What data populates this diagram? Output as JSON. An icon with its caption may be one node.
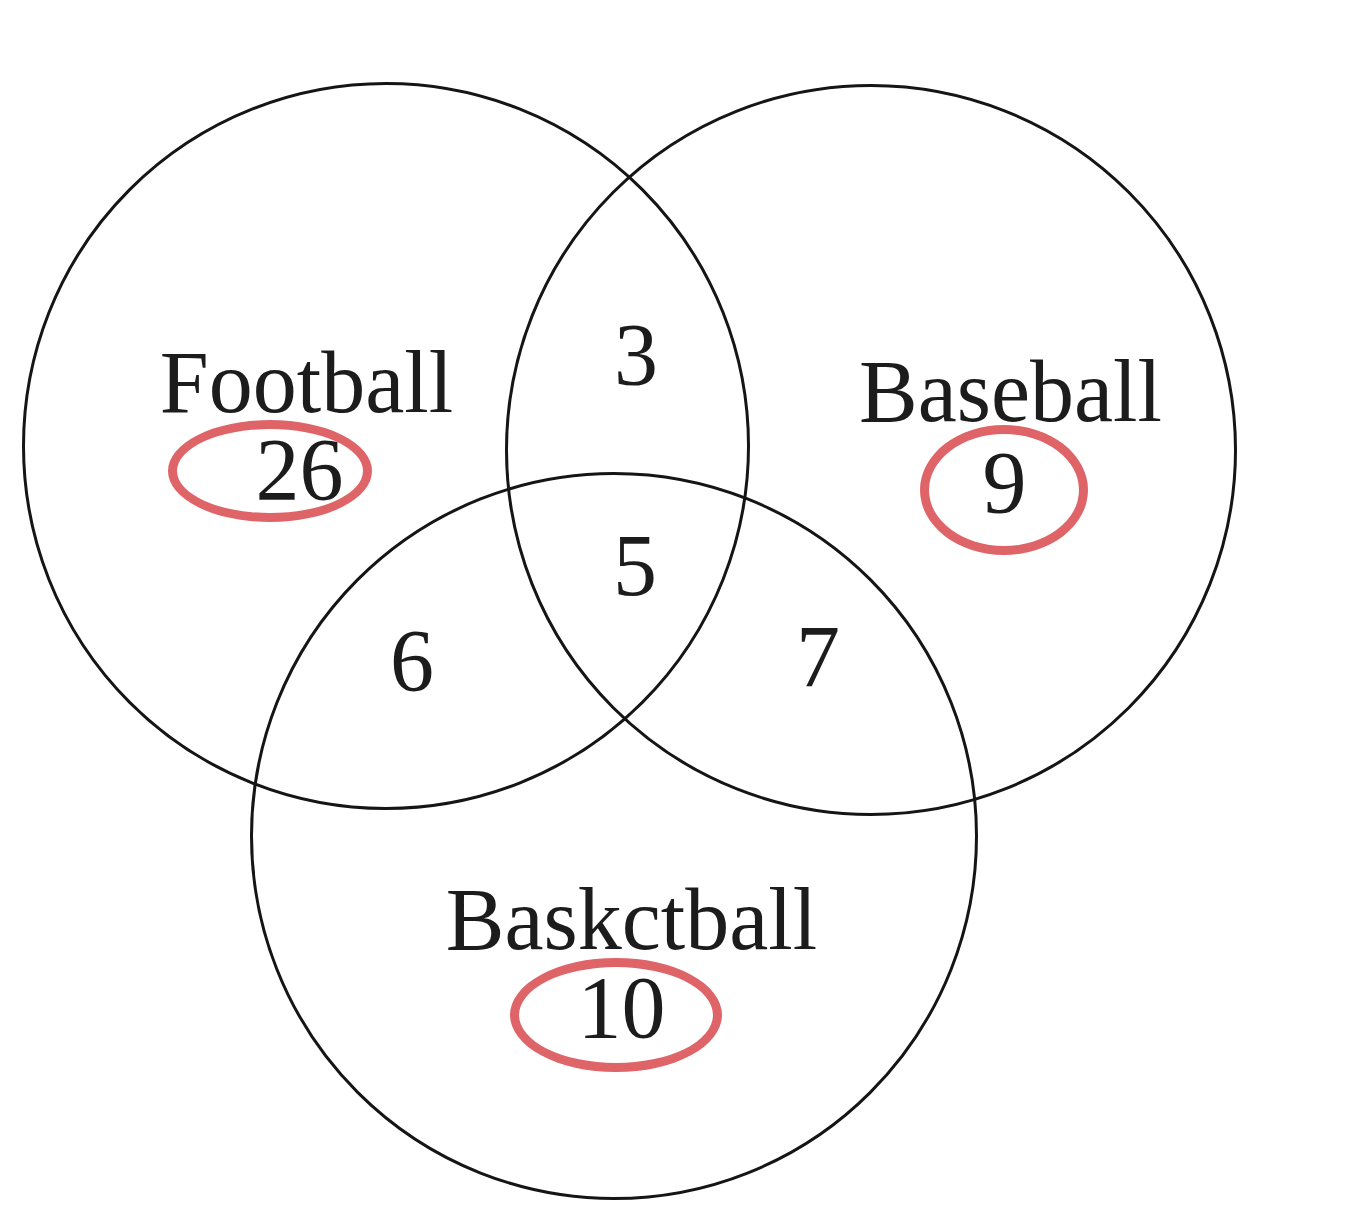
{
  "diagram": {
    "nodes": [
      {
        "text": [
          "Football"
        ]
      },
      {
        "text": [
          "26"
        ],
        "in": 0
      },
      {
        "text": [
          "Baseball"
        ]
      },
      {
        "text": [
          "9"
        ],
        "in": 2
      },
      {
        "text": [
          "Baskctball"
        ]
      },
      {
        "text": [
          "10"
        ],
        "in": 4
      }
    ],
    "labels": [
      "3",
      "5",
      "6",
      "7"
    ]
  }
}
